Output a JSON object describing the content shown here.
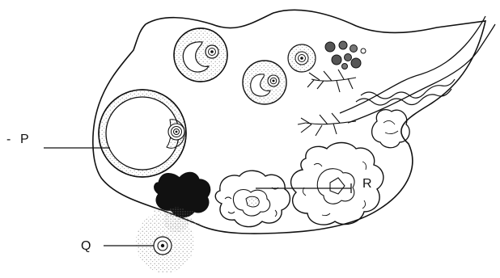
{
  "diagram": {
    "labels": {
      "p_prefix": "-",
      "p": "P",
      "q": "Q",
      "r": "R"
    },
    "colors": {
      "ink": "#111111",
      "background": "#ffffff",
      "stipple": "#8a8a8a"
    }
  }
}
